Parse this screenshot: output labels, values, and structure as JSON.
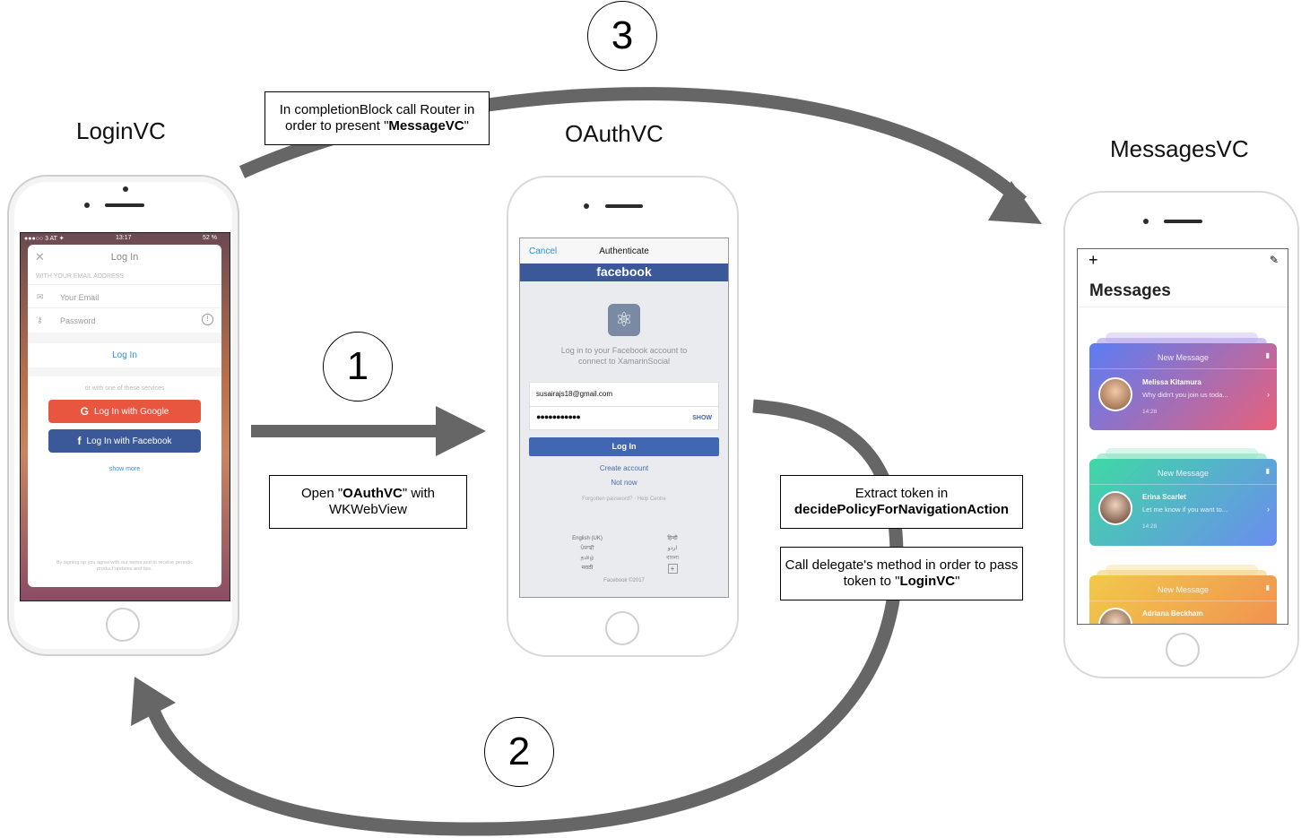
{
  "titles": {
    "login": "LoginVC",
    "oauth": "OAuthVC",
    "messages": "MessagesVC"
  },
  "steps": {
    "one": "1",
    "two": "2",
    "three": "3"
  },
  "notes": {
    "step3": {
      "pre": "In completionBlock call Router in order to present \"",
      "bold": "MessageVC",
      "post": "\""
    },
    "step1": {
      "pre": "Open \"",
      "bold": "OAuthVC",
      "post": "\" with WKWebView"
    },
    "extract": {
      "pre": "Extract token in",
      "bold": "decidePolicyForNavigationAction"
    },
    "delegate": {
      "pre": "Call delegate's method in order to pass token to \"",
      "bold": "LoginVC",
      "post": "\""
    }
  },
  "login_screen": {
    "status_left": "●●●○○ 3 AT ✦",
    "status_time": "13:17",
    "status_right": "52 %",
    "title": "Log In",
    "section_label": "WITH YOUR EMAIL ADDRESS",
    "email_placeholder": "Your Email",
    "password_placeholder": "Password",
    "login_button": "Log In",
    "services_label": "or with one of these services",
    "google_button": "Log In with Google",
    "facebook_button": "Log In with Facebook",
    "show_more": "show more",
    "terms": "By signing up you agree with our terms and to receive periodic product updates and tips."
  },
  "oauth_screen": {
    "cancel": "Cancel",
    "nav_title": "Authenticate",
    "brand": "facebook",
    "prompt": "Log in to your Facebook account to connect to XamarinSocial",
    "email_value": "susairajs18@gmail.com",
    "password_value": "●●●●●●●●●●●",
    "show": "SHOW",
    "login_button": "Log In",
    "create_account": "Create account",
    "not_now": "Not now",
    "forgotten": "Forgotten password? · Help Centre",
    "languages_left": [
      "English (UK)",
      "ਪੰਜਾਬੀ",
      "தமிழ்",
      "मराठी"
    ],
    "languages_right": [
      "हिन्दी",
      "اردو",
      "বাংলা",
      "+"
    ],
    "footer": "Facebook ©2017"
  },
  "messages_screen": {
    "add_icon_text": "+",
    "heading": "Messages",
    "cards": [
      {
        "title": "New Message",
        "name": "Melissa Kitamura",
        "preview": "Why didn't you join us toda...",
        "time": "14:28",
        "color_from": "#5b7df5",
        "color_to": "#e8607a"
      },
      {
        "title": "New Message",
        "name": "Erina Scarlet",
        "preview": "Let me know if you want to...",
        "time": "14:28",
        "color_from": "#3fd9a4",
        "color_to": "#6b8cf0"
      },
      {
        "title": "New Message",
        "name": "Adriana Beckham",
        "preview": "",
        "time": "",
        "color_from": "#f1c94a",
        "color_to": "#f18a52"
      }
    ]
  },
  "colors": {
    "arrow": "#666666",
    "google": "#e8563f",
    "facebook": "#3b5998",
    "link": "#2f8fd6"
  }
}
